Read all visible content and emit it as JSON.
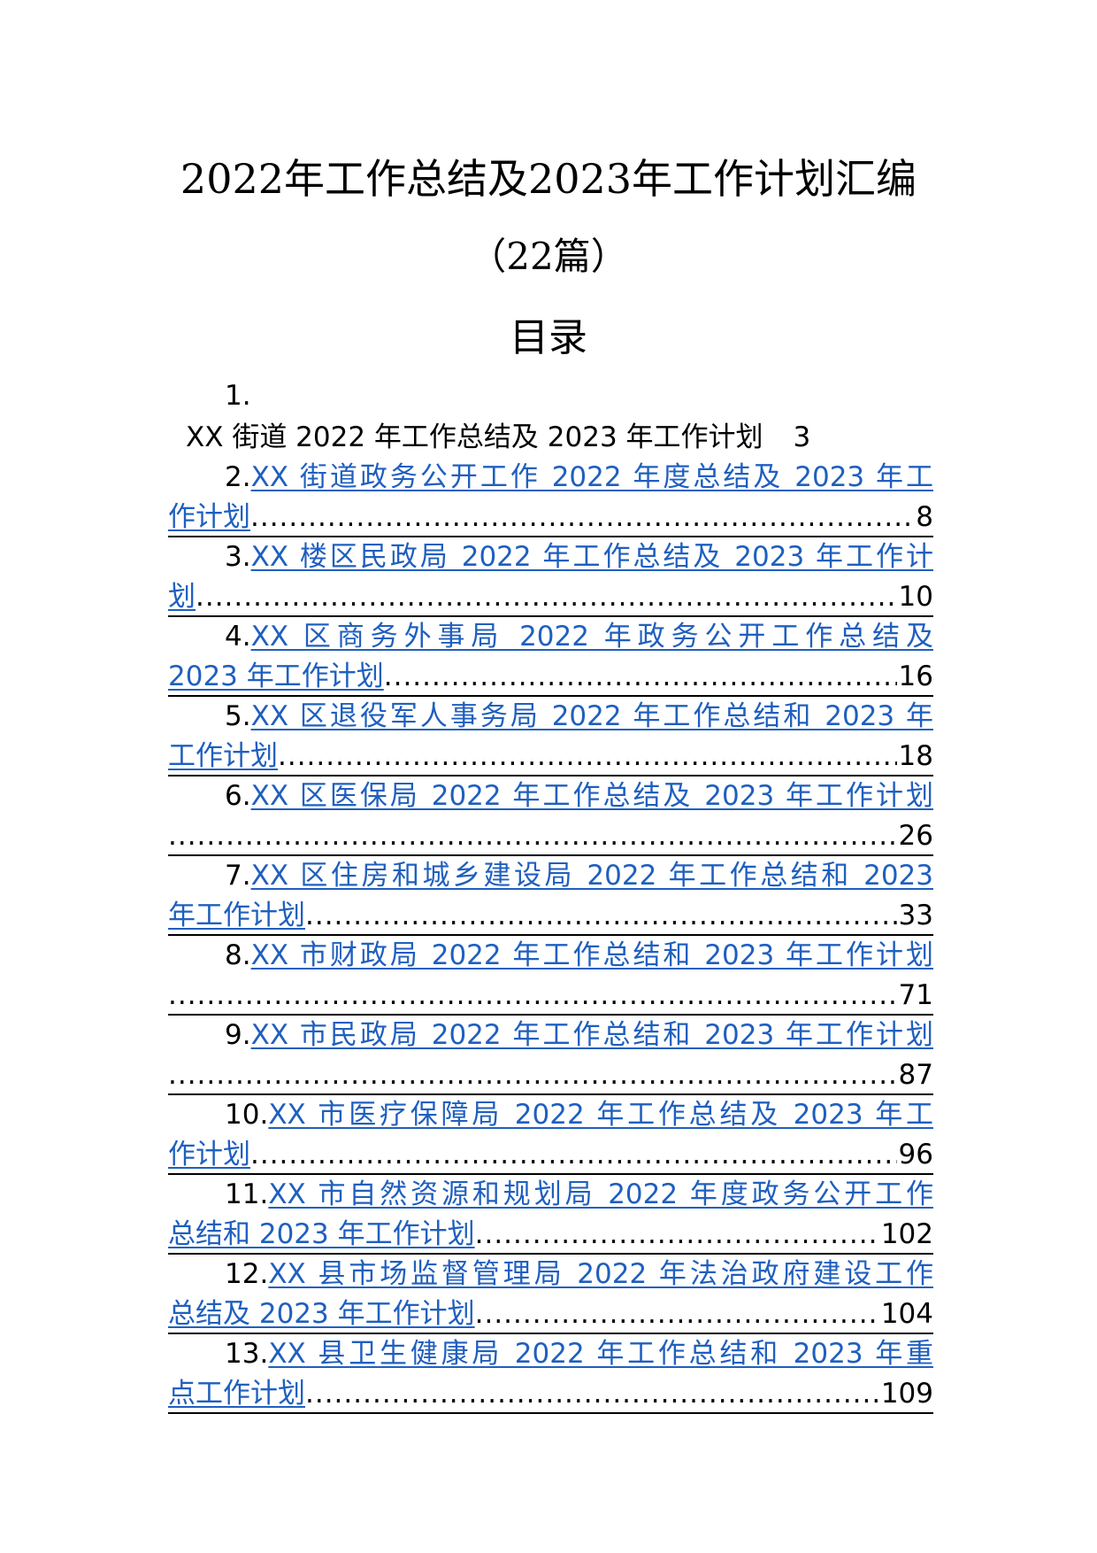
{
  "document": {
    "title": "2022年工作总结及2023年工作计划汇编",
    "subtitle": "（22篇）",
    "toc_heading": "目录"
  },
  "toc_first": {
    "number": "1.",
    "title": "XX 街道 2022 年工作总结及 2023 年工作计划",
    "page": "3"
  },
  "toc": [
    {
      "number": "2.",
      "line1": "XX 街道政务公开工作 2022 年度总结及 2023 年工",
      "line2": "作计划",
      "page": "8"
    },
    {
      "number": "3.",
      "line1": "XX 楼区民政局 2022 年工作总结及 2023 年工作计",
      "line2": "划",
      "page": "10"
    },
    {
      "number": "4.",
      "line1": "XX 区商务外事局 2022 年政务公开工作总结及",
      "line2": "2023 年工作计划",
      "page": "16"
    },
    {
      "number": "5.",
      "line1": "XX 区退役军人事务局 2022 年工作总结和 2023 年",
      "line2": "工作计划",
      "page": "18"
    },
    {
      "number": "6.",
      "line1": "XX 区医保局 2022 年工作总结及 2023 年工作计划",
      "line2": "",
      "page": "26"
    },
    {
      "number": "7.",
      "line1": "XX 区住房和城乡建设局 2022 年工作总结和 2023",
      "line2": "年工作计划",
      "page": "33"
    },
    {
      "number": "8.",
      "line1": "XX 市财政局 2022 年工作总结和 2023 年工作计划",
      "line2": "",
      "page": "71"
    },
    {
      "number": "9.",
      "line1": "XX 市民政局 2022 年工作总结和 2023 年工作计划",
      "line2": "",
      "page": "87"
    },
    {
      "number": "10.",
      "line1": "XX 市医疗保障局 2022 年工作总结及 2023 年工",
      "line2": "作计划",
      "page": "96"
    },
    {
      "number": "11.",
      "line1": "XX 市自然资源和规划局 2022 年度政务公开工作",
      "line2": "总结和 2023 年工作计划",
      "page": "102"
    },
    {
      "number": "12.",
      "line1": "XX 县市场监督管理局 2022 年法治政府建设工作",
      "line2": "总结及 2023 年工作计划",
      "page": "104"
    },
    {
      "number": "13.",
      "line1": "XX 县卫生健康局 2022 年工作总结和 2023 年重",
      "line2": "点工作计划",
      "page": "109"
    }
  ]
}
